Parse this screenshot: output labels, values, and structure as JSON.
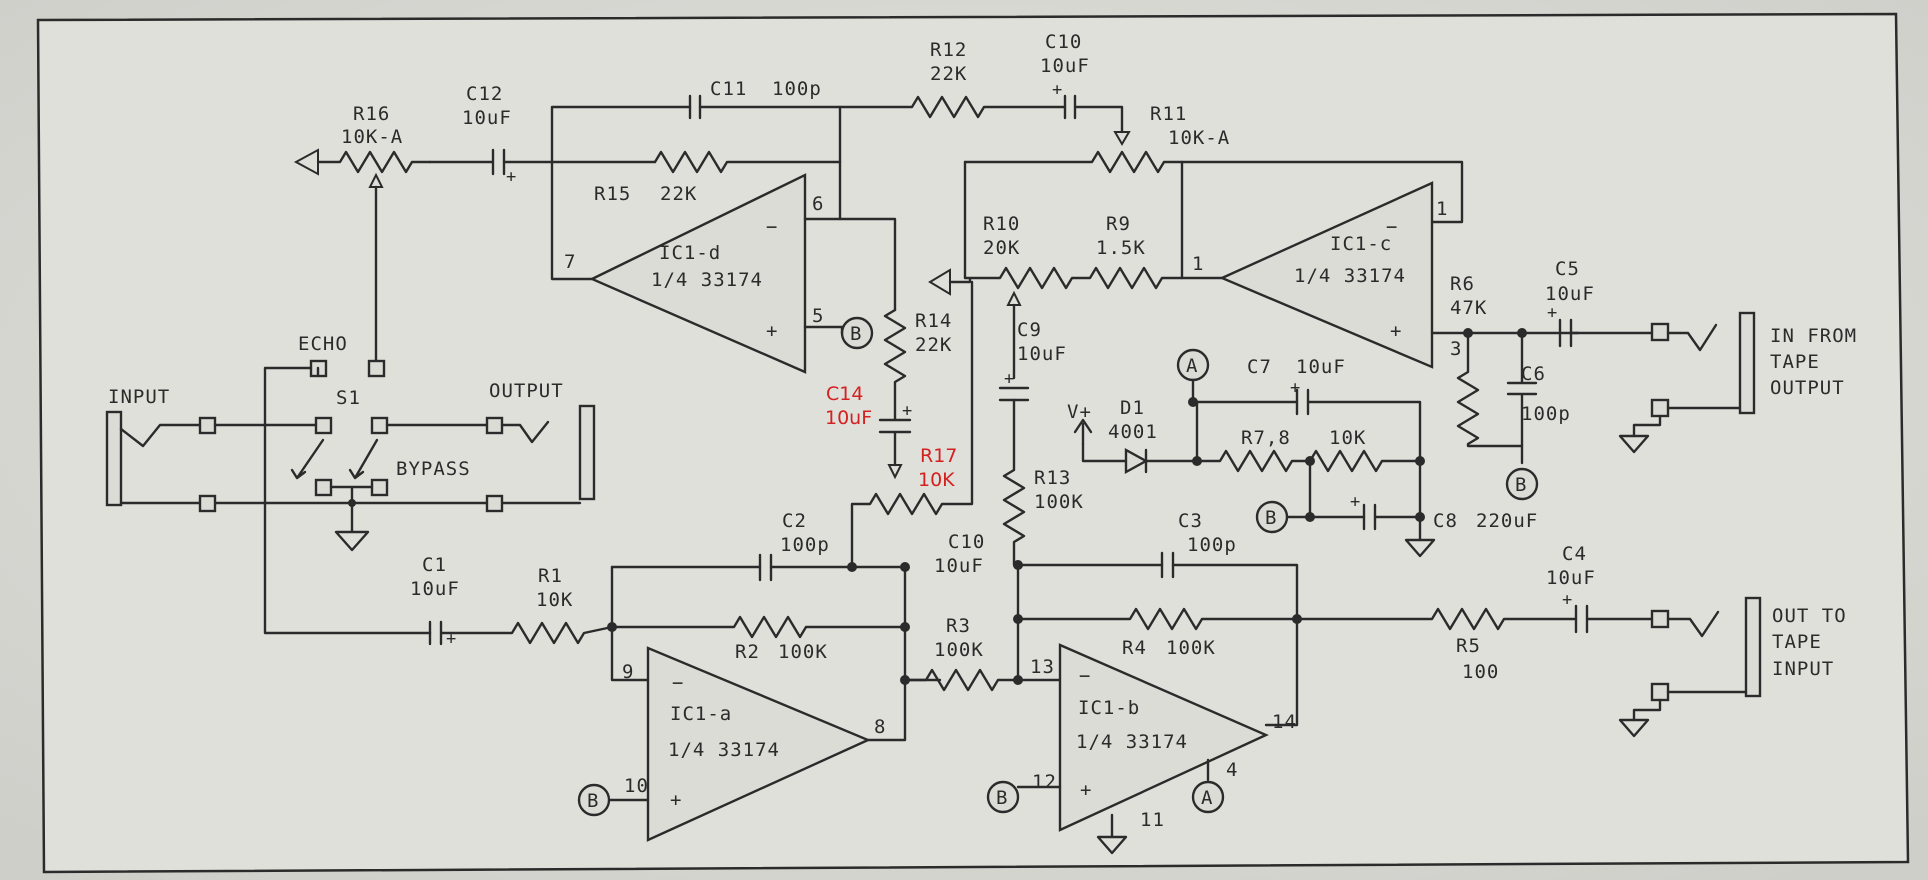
{
  "components": {
    "r16": {
      "name": "R16",
      "value": "10K-A"
    },
    "c12": {
      "name": "C12",
      "value": "10uF"
    },
    "c11": {
      "name": "C11",
      "value": "100p"
    },
    "r12": {
      "name": "R12",
      "value": "22K"
    },
    "c10_top": {
      "name": "C10",
      "value": "10uF"
    },
    "r11": {
      "name": "R11",
      "value": "10K-A"
    },
    "r15": {
      "name": "R15",
      "value": "22K"
    },
    "ic1d": {
      "name": "IC1-d",
      "value": "1/4 33174"
    },
    "ic1c": {
      "name": "IC1-c",
      "value": "1/4 33174"
    },
    "ic1a": {
      "name": "IC1-a",
      "value": "1/4 33174"
    },
    "ic1b": {
      "name": "IC1-b",
      "value": "1/4 33174"
    },
    "r10": {
      "name": "R10",
      "value": "20K"
    },
    "r9": {
      "name": "R9",
      "value": "1.5K"
    },
    "r6": {
      "name": "R6",
      "value": "47K"
    },
    "c5": {
      "name": "C5",
      "value": "10uF"
    },
    "c6": {
      "name": "C6",
      "value": "100p"
    },
    "r14": {
      "name": "R14",
      "value": "22K"
    },
    "c9": {
      "name": "C9",
      "value": "10uF"
    },
    "c7": {
      "name": "C7",
      "value": "10uF"
    },
    "d1": {
      "name": "D1",
      "value": "4001"
    },
    "r78": {
      "name": "R7,8",
      "value": "10K"
    },
    "c8": {
      "name": "C8",
      "value": "220uF"
    },
    "c14": {
      "name": "C14",
      "value": "10uF"
    },
    "r17": {
      "name": "R17",
      "value": "10K"
    },
    "r13": {
      "name": "R13",
      "value": "100K"
    },
    "c2": {
      "name": "C2",
      "value": "100p"
    },
    "c10_mid": {
      "name": "C10",
      "value": "10uF"
    },
    "c3": {
      "name": "C3",
      "value": "100p"
    },
    "c1": {
      "name": "C1",
      "value": "10uF"
    },
    "r1": {
      "name": "R1",
      "value": "10K"
    },
    "r2": {
      "name": "R2",
      "value": "100K"
    },
    "r3": {
      "name": "R3",
      "value": "100K"
    },
    "r4": {
      "name": "R4",
      "value": "100K"
    },
    "r5": {
      "name": "R5",
      "value": "100"
    },
    "c4": {
      "name": "C4",
      "value": "10uF"
    },
    "s1": {
      "name": "S1"
    }
  },
  "labels": {
    "echo": "ECHO",
    "input": "INPUT",
    "output": "OUTPUT",
    "bypass": "BYPASS",
    "vplus": "V+",
    "in_from_tape": [
      "IN FROM",
      "TAPE",
      "OUTPUT"
    ],
    "out_to_tape": [
      "OUT TO",
      "TAPE",
      "INPUT"
    ]
  },
  "nodes": {
    "a": "A",
    "b": "B"
  },
  "pins": {
    "p6": "6",
    "p7": "7",
    "p5": "5",
    "p1a": "1",
    "p1b": "1",
    "p3": "3",
    "p9": "9",
    "p8": "8",
    "p10": "10",
    "p13": "13",
    "p14": "14",
    "p12": "12",
    "p4": "4",
    "p11": "11"
  },
  "signs": {
    "minus": "−",
    "plus": "+",
    "cap_plus": "+"
  },
  "colors": {
    "ink": "#2b2b2b",
    "paper": "#dcdcd6",
    "annotation": "#d42020"
  }
}
